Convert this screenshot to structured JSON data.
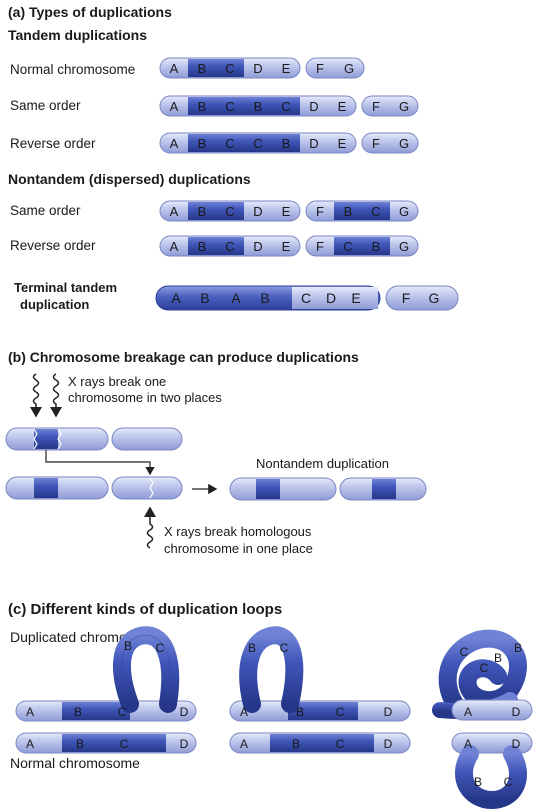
{
  "colors": {
    "light": "#b9c2ea",
    "light_edge": "#7b86c4",
    "dark": "#3f55b8",
    "dark_edge": "#2b3f96",
    "label_dark": "#15204a"
  },
  "section_a": {
    "title": "(a)  Types of duplications",
    "tandem_heading": "Tandem duplications",
    "nontandem_heading": "Nontandem (dispersed) duplications",
    "rows": [
      {
        "label": "Normal chromosome",
        "genes": [
          "A",
          "B",
          "C",
          "D",
          "E",
          "F",
          "G"
        ]
      },
      {
        "label": "Same order",
        "genes": [
          "A",
          "B",
          "C",
          "B",
          "C",
          "D",
          "E",
          "F",
          "G"
        ]
      },
      {
        "label": "Reverse order",
        "genes": [
          "A",
          "B",
          "C",
          "C",
          "B",
          "D",
          "E",
          "F",
          "G"
        ]
      },
      {
        "label": "Same order",
        "genes": [
          "A",
          "B",
          "C",
          "D",
          "E",
          "F",
          "B",
          "C",
          "G"
        ]
      },
      {
        "label": "Reverse order",
        "genes": [
          "A",
          "B",
          "C",
          "D",
          "E",
          "F",
          "C",
          "B",
          "G"
        ]
      }
    ],
    "terminal_label_line1": "Terminal tandem",
    "terminal_label_line2": "duplication",
    "terminal_genes": [
      "A",
      "B",
      "A",
      "B",
      "C",
      "D",
      "E",
      "F",
      "G"
    ]
  },
  "section_b": {
    "title": "(b)  Chromosome breakage can produce duplications",
    "xray_two_line1": "X rays break one",
    "xray_two_line2": "chromosome in two places",
    "result_label": "Nontandem duplication",
    "xray_one_line1": "X rays break homologous",
    "xray_one_line2": "chromosome in one place"
  },
  "section_c": {
    "title": "(c)  Different kinds of duplication loops",
    "duplicated_label": "Duplicated chromosome",
    "normal_label": "Normal chromosome",
    "loop1_top": [
      "A",
      "B",
      "C",
      "B",
      "C",
      "D"
    ],
    "loop1_bottom": [
      "A",
      "B",
      "C",
      "D"
    ],
    "loop2_top": [
      "A",
      "B",
      "C",
      "B",
      "C",
      "D"
    ],
    "loop2_bottom": [
      "A",
      "B",
      "C",
      "D"
    ],
    "loop3_top": [
      "C",
      "C",
      "B",
      "B",
      "A",
      "D"
    ],
    "loop3_bottom": [
      "A",
      "D",
      "B",
      "C"
    ]
  }
}
